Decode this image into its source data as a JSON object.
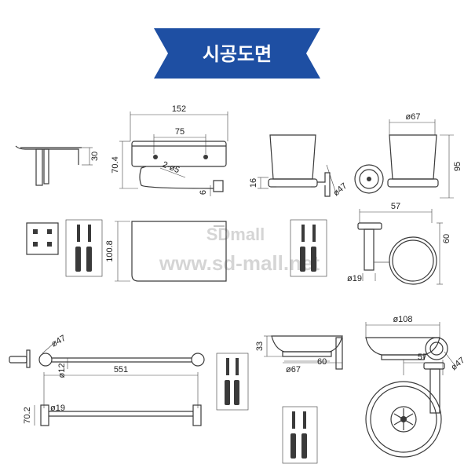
{
  "title": "시공도면",
  "watermark": {
    "line1": "SDmall",
    "line2": "www.sd-mall.net"
  },
  "colors": {
    "banner": "#1e4fa3",
    "line": "#3a3a3a"
  },
  "paper_holder": {
    "width": "152",
    "inner": "75",
    "height": "70.4",
    "side_height": "30",
    "screw": "2-ø5",
    "gap": "6",
    "body_height": "100.8"
  },
  "tumbler_holder": {
    "cup_dia": "ø67",
    "height": "95",
    "base": "16",
    "mount_dia": "ø47",
    "depth": "57",
    "ring_height": "60",
    "post_dia": "ø19"
  },
  "towel_bar": {
    "mount_dia": "ø47",
    "bar_dia": "ø12",
    "length": "551",
    "depth": "70.2",
    "post_dia": "ø19"
  },
  "soap_dish_small": {
    "height": "33",
    "base_dia": "ø67",
    "depth": "60"
  },
  "soap_dish_large": {
    "dish_dia": "ø108",
    "mount_dia": "ø47",
    "depth": "57"
  }
}
